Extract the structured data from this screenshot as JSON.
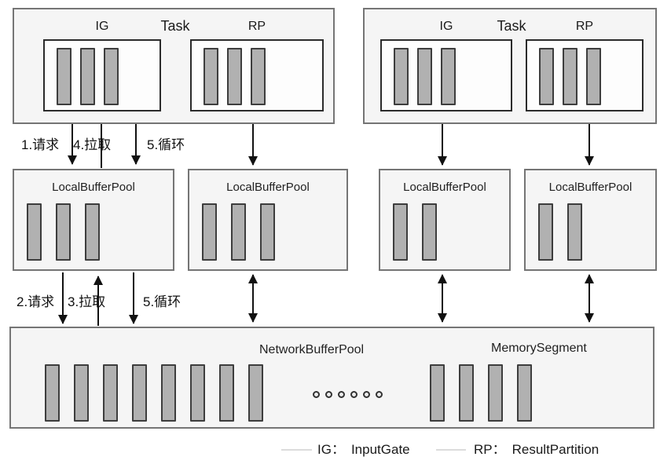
{
  "diagram": {
    "tasks": [
      {
        "title": "Task",
        "ig_label": "IG",
        "rp_label": "RP",
        "ig_segments": 3,
        "rp_segments": 3
      },
      {
        "title": "Task",
        "ig_label": "IG",
        "rp_label": "RP",
        "ig_segments": 3,
        "rp_segments": 3
      }
    ],
    "local_buffer_pools": [
      {
        "label": "LocalBufferPool",
        "segments": 3
      },
      {
        "label": "LocalBufferPool",
        "segments": 3
      },
      {
        "label": "LocalBufferPool",
        "segments": 2
      },
      {
        "label": "LocalBufferPool",
        "segments": 2
      }
    ],
    "network_buffer_pool": {
      "label": "NetworkBufferPool",
      "memory_segment_label": "MemorySegment",
      "left_segments": 8,
      "right_segments": 4,
      "ellipsis_dots": 6
    },
    "flow_labels_top": [
      "1.请求",
      "4.拉取",
      "5.循环"
    ],
    "flow_labels_bottom": [
      "2.请求",
      "3.拉取",
      "5.循环"
    ],
    "legend": [
      {
        "abbr": "IG：",
        "name": "InputGate"
      },
      {
        "abbr": "RP：",
        "name": "ResultPartition"
      }
    ],
    "colors": {
      "box_fill": "#f5f5f5",
      "box_border": "#757575",
      "inner_fill": "#fdfdfd",
      "inner_border": "#2b2b2b",
      "segment_fill": "#b1b1b1",
      "segment_border": "#3d3d3d",
      "arrow": "#111111",
      "legend_line": "#dcdcdc"
    }
  }
}
